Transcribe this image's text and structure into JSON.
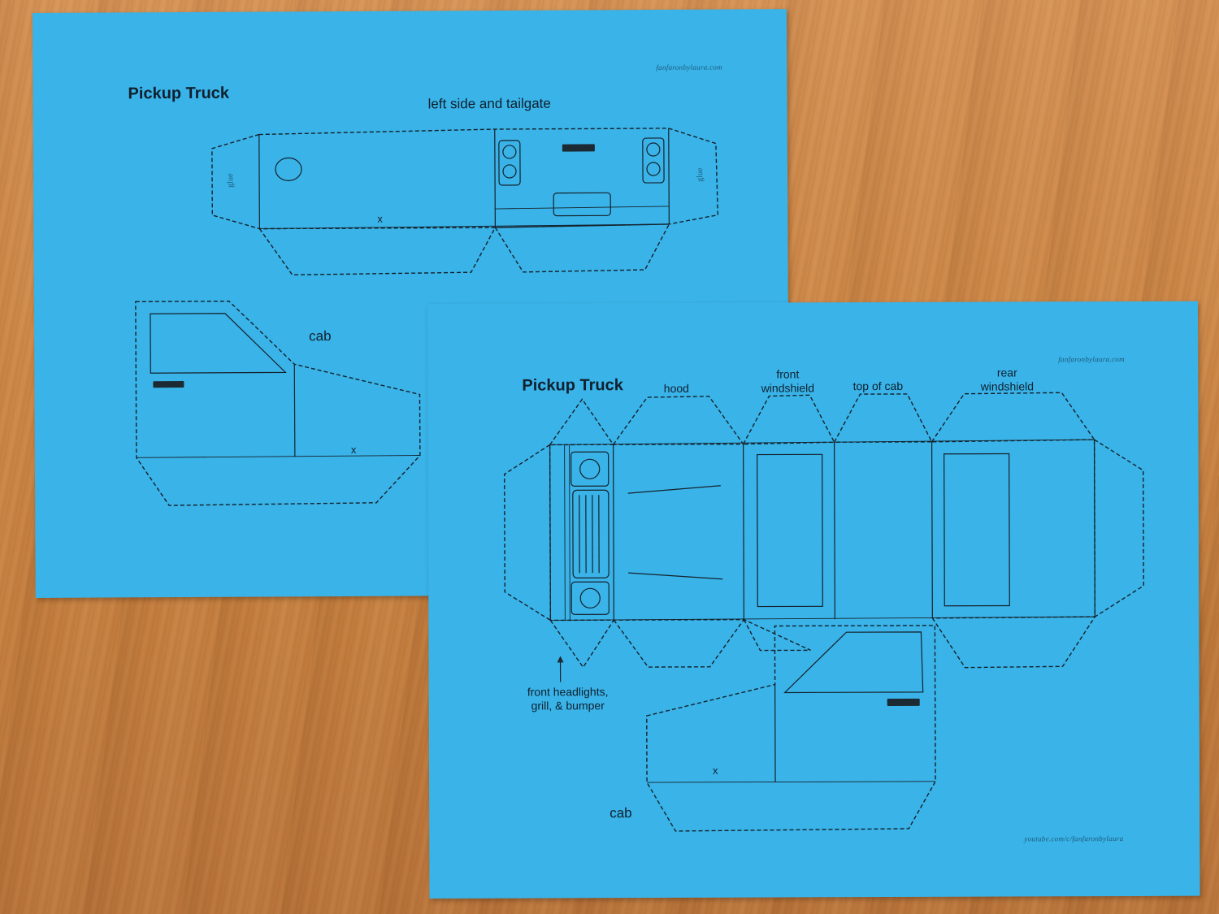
{
  "back_sheet": {
    "title": "Pickup Truck",
    "credit": "fanfaronbylaura.com",
    "parts": {
      "side_tailgate": "left side and tailgate",
      "cab": "cab"
    },
    "glue_left": "glue",
    "glue_right": "glue",
    "x_mark_1": "x",
    "x_mark_2": "x"
  },
  "front_sheet": {
    "title": "Pickup Truck",
    "credit_top": "fanfaronbylaura.com",
    "credit_bottom": "youtube.com/c/fanfaronbylaura",
    "parts": {
      "hood": "hood",
      "front_windshield_1": "front",
      "front_windshield_2": "windshield",
      "top_of_cab": "top of cab",
      "rear_windshield_1": "rear",
      "rear_windshield_2": "windshield",
      "front_label_1": "front headlights,",
      "front_label_2": "grill, & bumper",
      "cab": "cab"
    },
    "x_mark": "x"
  },
  "colors": {
    "paper": "#39b3e8",
    "ink": "#15222c",
    "wood": "#c98343"
  }
}
